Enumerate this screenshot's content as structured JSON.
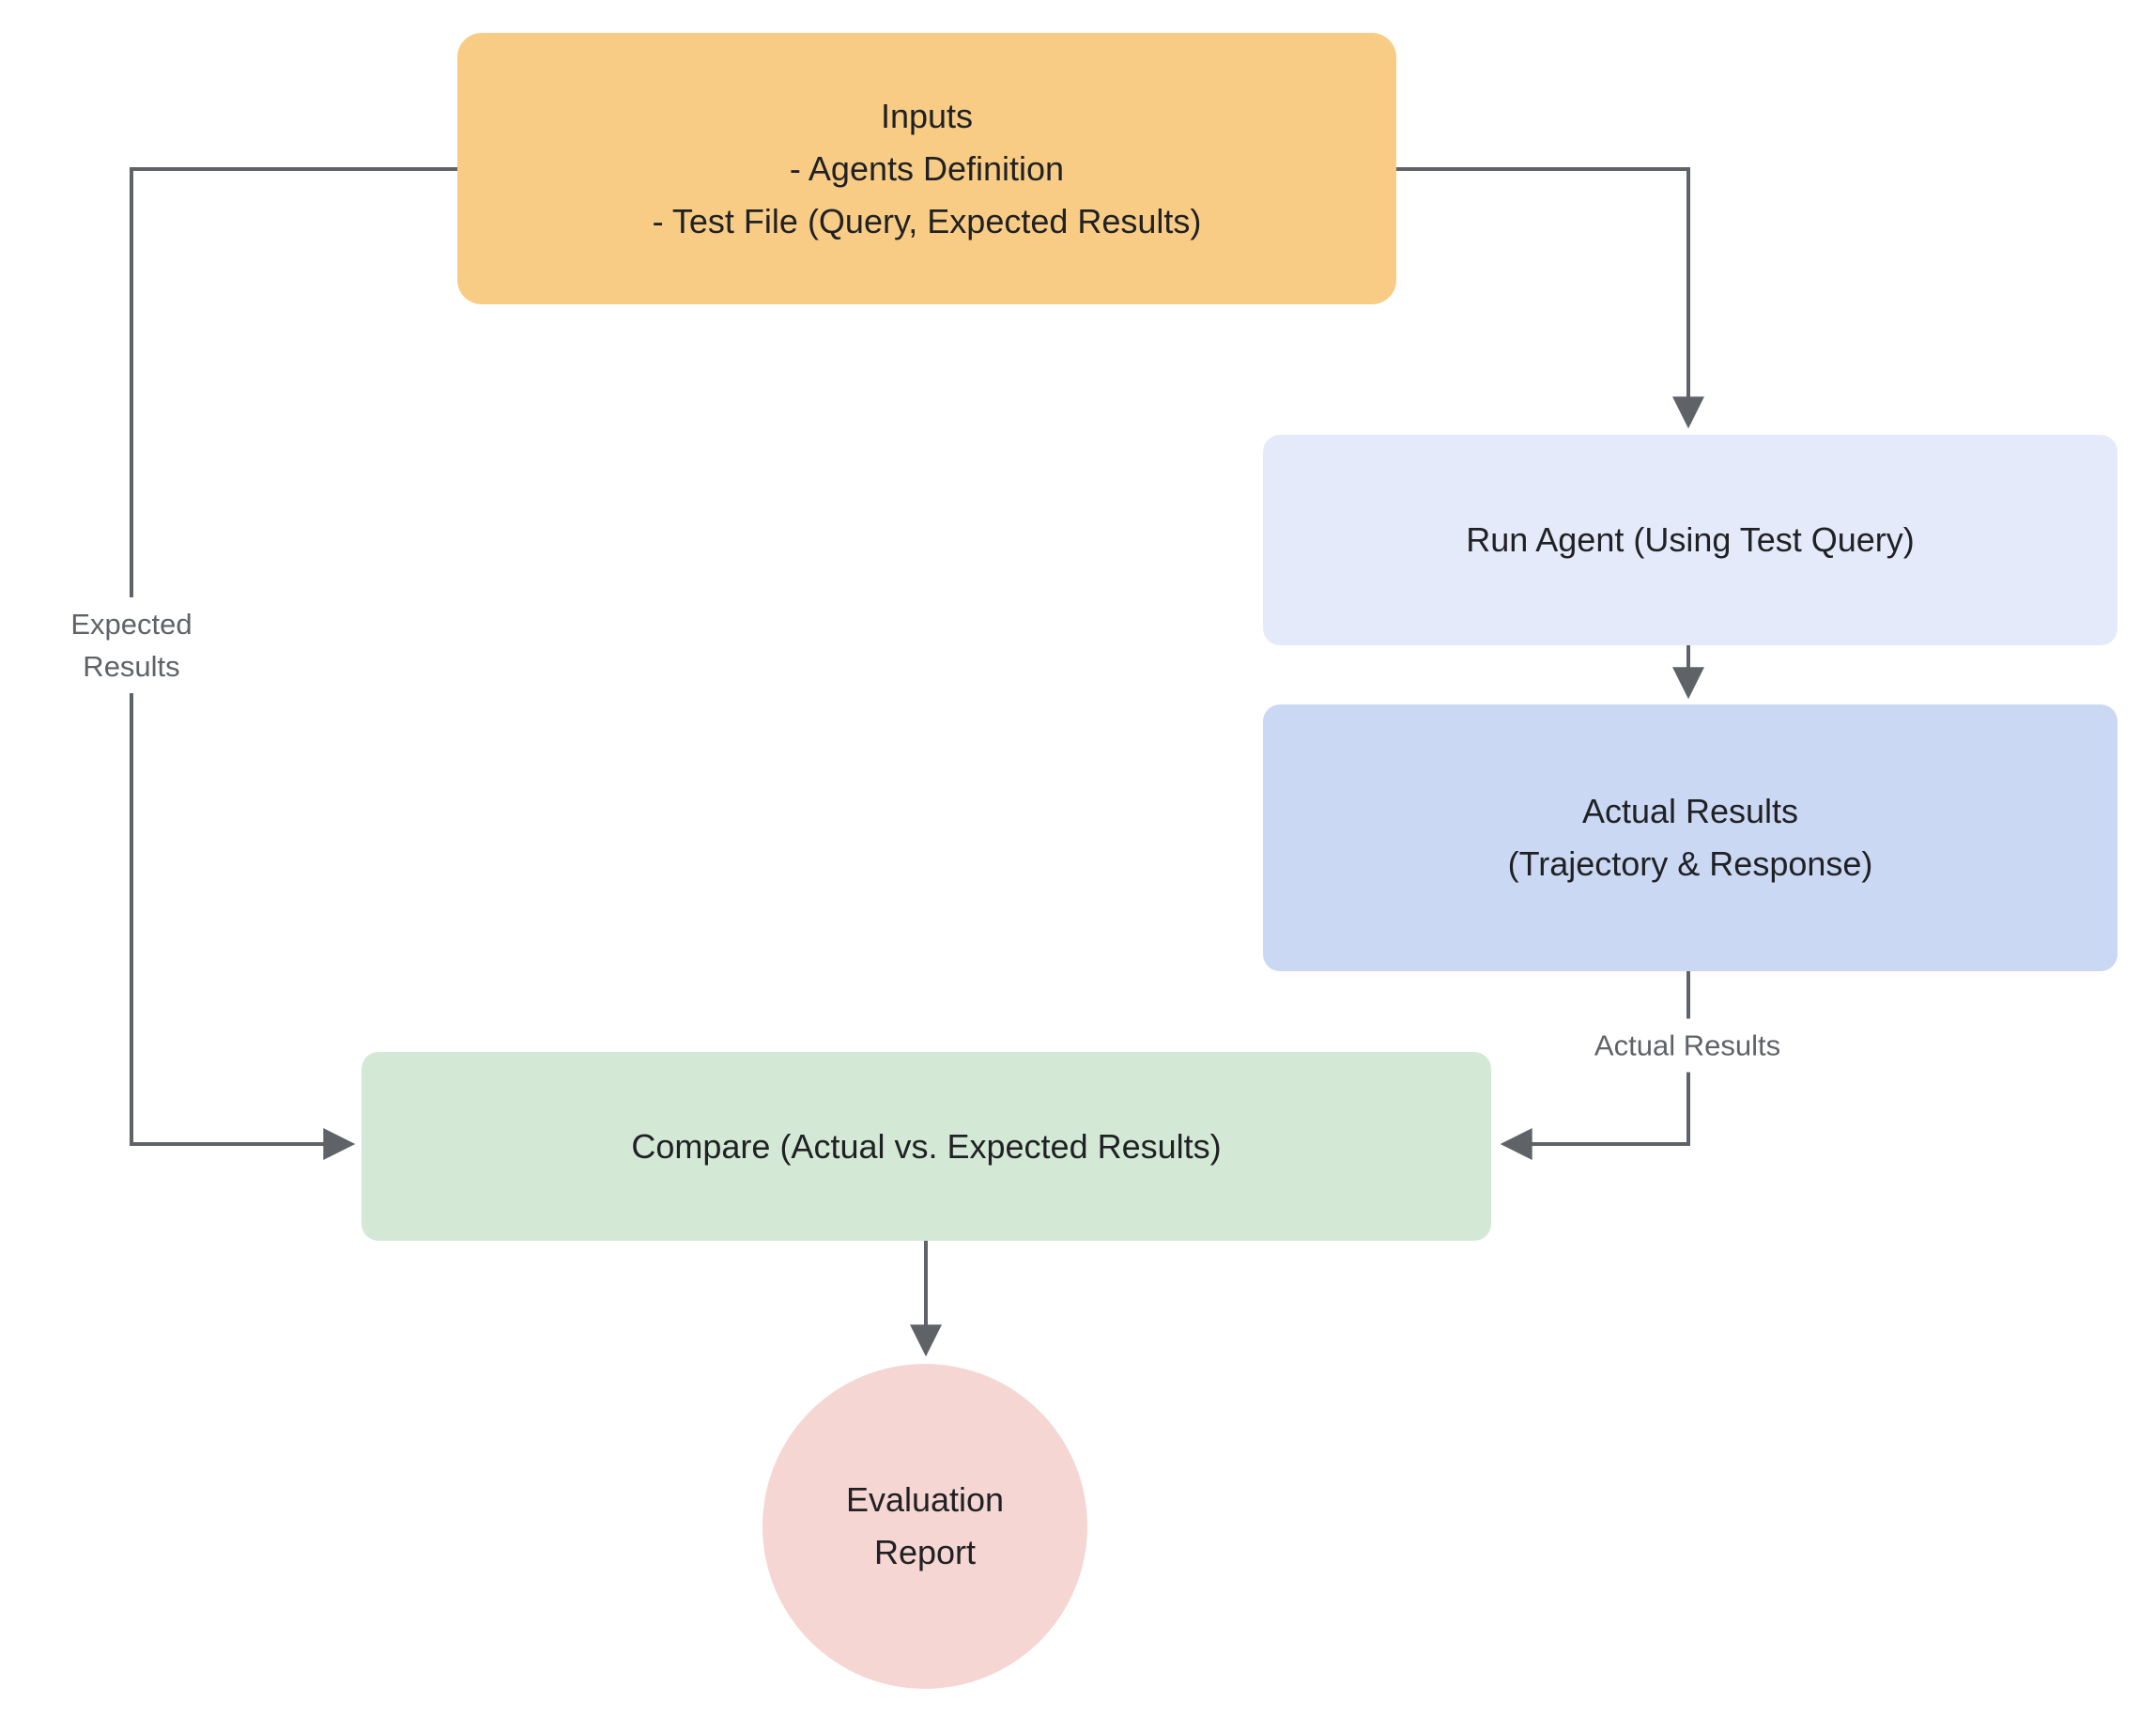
{
  "diagram": {
    "title_hint": "agent-evaluation-flowchart",
    "nodes": {
      "inputs": {
        "lines": [
          "Inputs",
          "- Agents Definition",
          "- Test File (Query, Expected Results)"
        ],
        "fill": "#F8CC85"
      },
      "run_agent": {
        "label": "Run Agent (Using Test Query)",
        "fill": "#E4EAF9"
      },
      "actual_results": {
        "lines": [
          "Actual Results",
          "(Trajectory & Response)"
        ],
        "fill": "#CBD8F4"
      },
      "compare": {
        "label": "Compare (Actual vs. Expected Results)",
        "fill": "#D4E8D6"
      },
      "evaluation_report": {
        "lines": [
          "Evaluation",
          "Report"
        ],
        "fill": "#F5D6D3"
      }
    },
    "edge_labels": {
      "expected_results": {
        "lines": [
          "Expected",
          "Results"
        ]
      },
      "actual_results": {
        "label": "Actual Results"
      }
    },
    "colors": {
      "connector": "#5F6368",
      "edge_label_text": "#5F6368",
      "node_text": "#202124",
      "background": "#FFFFFF"
    }
  }
}
